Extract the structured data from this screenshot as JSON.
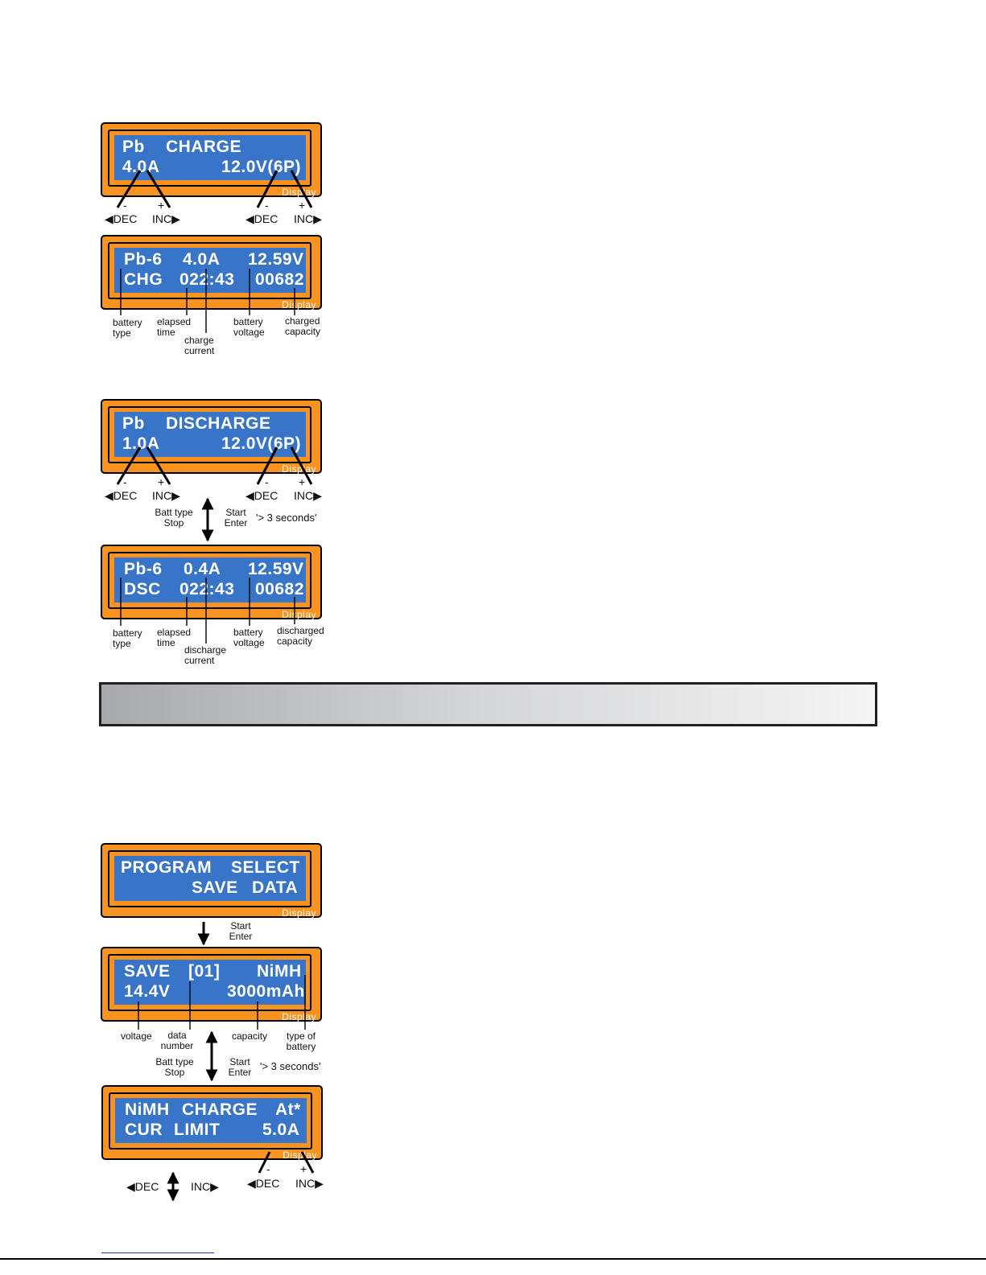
{
  "display_label": "Display",
  "panels": {
    "pb_charge": {
      "row1": [
        "Pb",
        "CHARGE"
      ],
      "row2": [
        "4.0A",
        "12.0V(6P)"
      ]
    },
    "pb_charge_run": {
      "row1": [
        "Pb-6",
        "4.0A",
        "12.59V"
      ],
      "row2": [
        "CHG",
        "022:43",
        "00682"
      ]
    },
    "pb_discharge": {
      "row1": [
        "Pb",
        "DISCHARGE"
      ],
      "row2": [
        "1.0A",
        "12.0V(6P)"
      ]
    },
    "pb_discharge_run": {
      "row1": [
        "Pb-6",
        "0.4A",
        "12.59V"
      ],
      "row2": [
        "DSC",
        "022:43",
        "00682"
      ]
    },
    "program_select": {
      "row1": [
        "PROGRAM",
        "SELECT"
      ],
      "row2": [
        "SAVE",
        "DATA"
      ]
    },
    "save_data": {
      "row1": [
        "SAVE",
        "[01]",
        "NiMH"
      ],
      "row2": [
        "14.4V",
        "3000mAh"
      ]
    },
    "nimh_charge": {
      "row1": [
        "NiMH",
        "CHARGE",
        "At*"
      ],
      "row2": [
        "CUR",
        "LIMIT",
        "5.0A"
      ]
    }
  },
  "keys": {
    "minus": "-",
    "plus": "+",
    "dec": "DEC",
    "inc": "INC",
    "batt_type": "Batt type",
    "stop": "Stop",
    "start": "Start",
    "enter": "Enter",
    "hold": "'> 3 seconds'"
  },
  "annotations": {
    "battery": "battery",
    "type": "type",
    "elapsed": "elapsed",
    "time": "time",
    "charge": "charge",
    "discharge": "discharge",
    "current": "current",
    "voltage_word": "voltage",
    "charged": "charged",
    "discharged": "discharged",
    "capacity": "capacity",
    "voltage": "voltage",
    "data": "data",
    "number": "number",
    "type_of": "type of"
  }
}
